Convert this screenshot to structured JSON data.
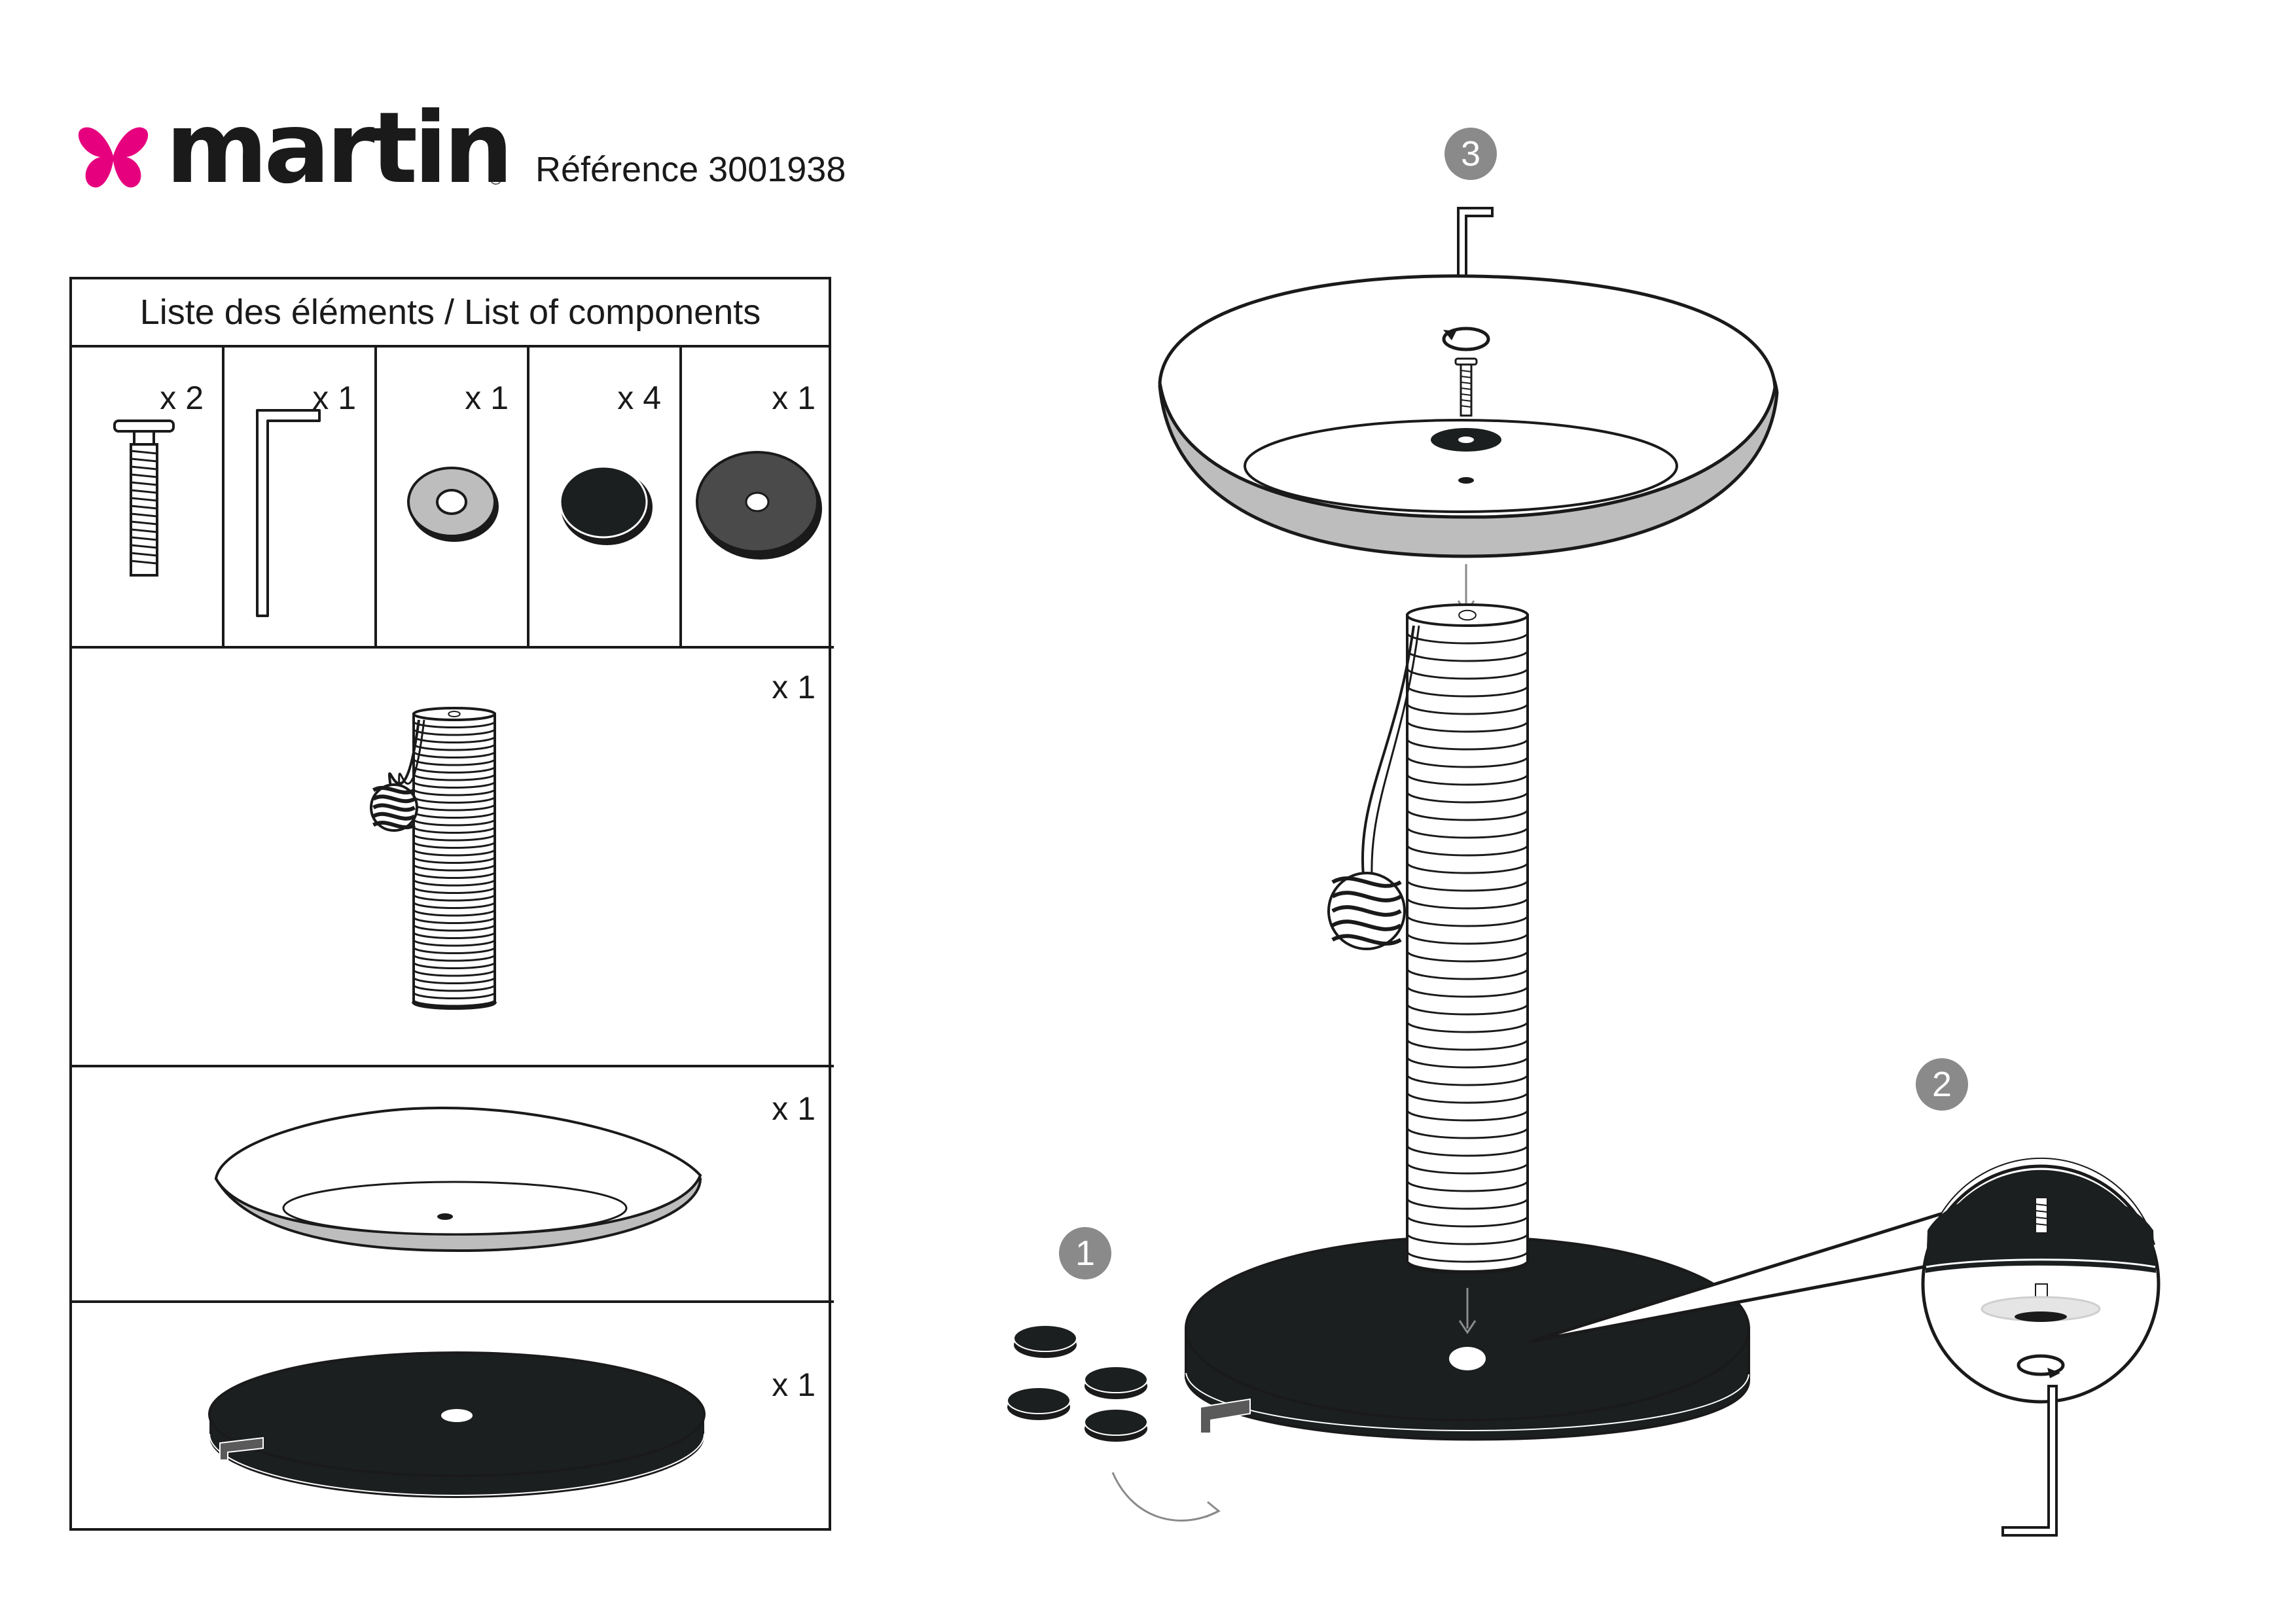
{
  "header": {
    "brand": "martin",
    "brand_mark": "®",
    "reference": "Référence 3001938",
    "logo_icon": "butterfly-icon",
    "logo_color": "#e6007e"
  },
  "components": {
    "title": "Liste des éléments / List of components",
    "items": [
      {
        "part": "bolt",
        "qty": "x 2"
      },
      {
        "part": "allen-key",
        "qty": "x 1"
      },
      {
        "part": "washer",
        "qty": "x 1"
      },
      {
        "part": "felt-pad",
        "qty": "x 4"
      },
      {
        "part": "round-nut-plate",
        "qty": "x 1"
      },
      {
        "part": "scratching-post",
        "qty": "x 1"
      },
      {
        "part": "top-tray",
        "qty": "x 1"
      },
      {
        "part": "base-plate",
        "qty": "x 1"
      }
    ]
  },
  "assembly": {
    "steps": [
      "1",
      "2",
      "3"
    ]
  },
  "colors": {
    "ink": "#1a1a1a",
    "base": "#1c1f20",
    "step_badge": "#8a8a8a",
    "tray_rim": "#bdbdbd"
  }
}
